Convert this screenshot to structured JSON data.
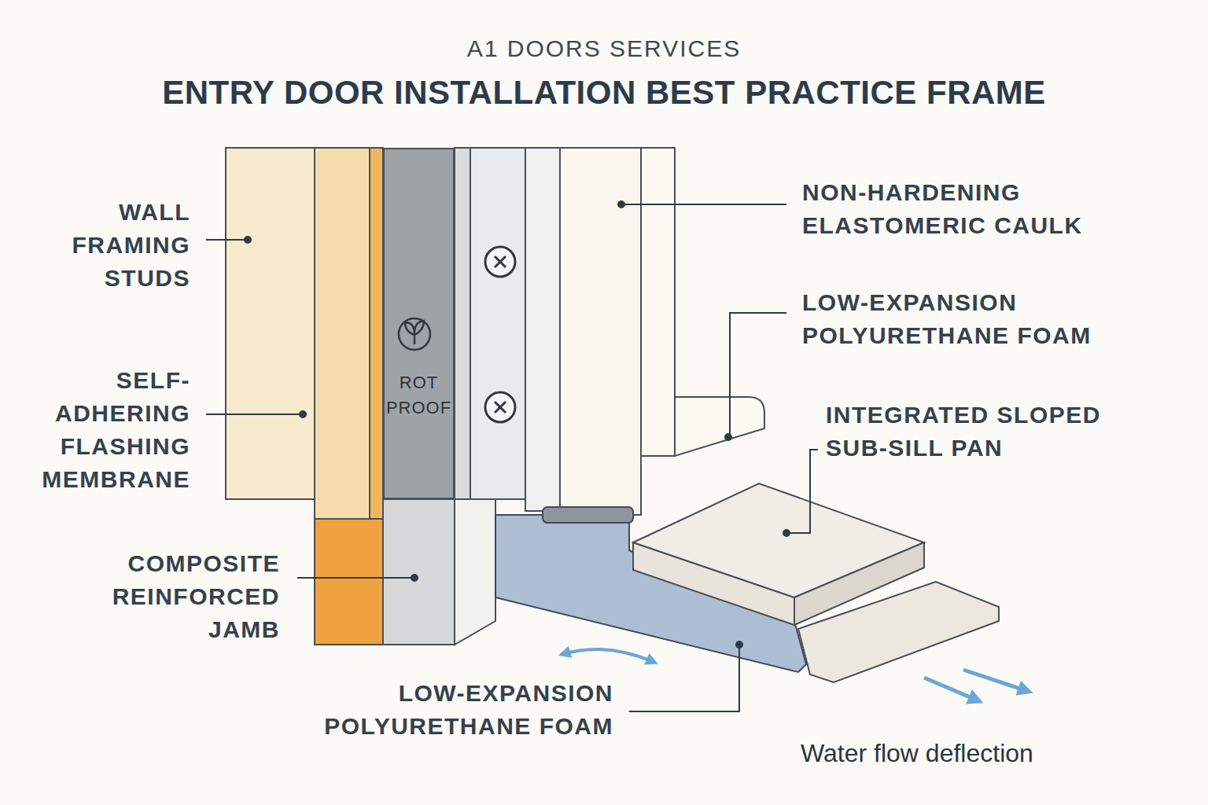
{
  "diagram": {
    "title": "ENTRY DOOR INSTALLATION BEST PRACTICE FRAME",
    "nodes": [
      {
        "text": [
          "ROT PROOF"
        ]
      }
    ],
    "labels": [
      "A1 DOORS SERVICES",
      "WALL FRAMING STUDS",
      "SELF- ADHERING FLASHING MEMBRANE",
      "COMPOSITE REINFORCED JAMB",
      "NON-HARDENING ELASTOMERIC CAULK",
      "LOW-EXPANSION POLYURETHANE FOAM",
      "INTEGRATED SLOPED SUB-SILL PAN",
      "LOW-EXPANSION POLYURETHANE FOAM",
      "Water flow deflection"
    ]
  }
}
